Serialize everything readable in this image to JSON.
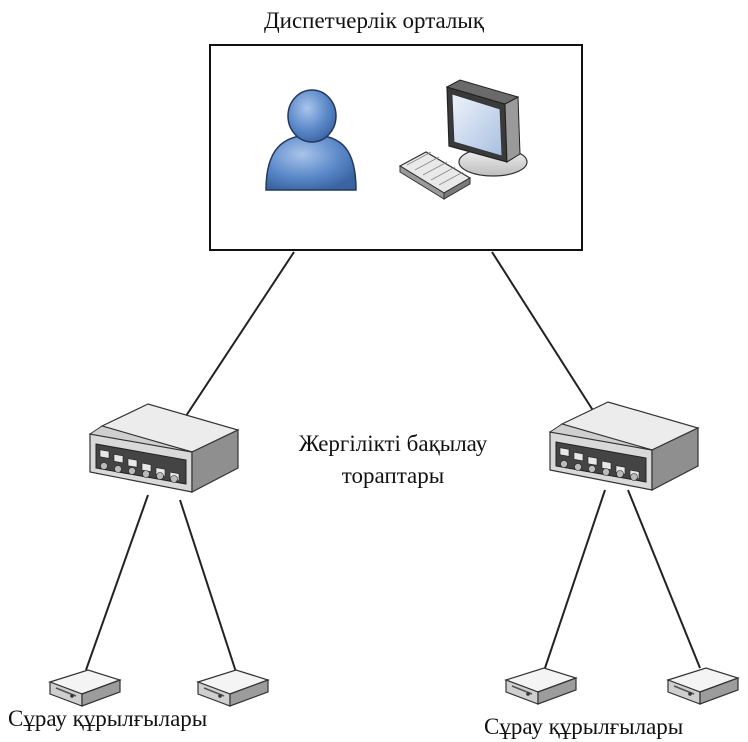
{
  "diagram": {
    "center_title": "Диспетчерлік орталық",
    "local_nodes_label": [
      "Жергілікті бақылау",
      "тораптары"
    ],
    "request_devices_left": "Сұрау құрылғылары",
    "request_devices_right": "Сұрау құрылғылары"
  },
  "icons": [
    "user-icon",
    "computer-icon",
    "keyboard-icon",
    "network-switch-icon",
    "request-device-icon"
  ],
  "colors": {
    "person": "#4f7fc0",
    "switch_top": "#e6e6e6",
    "switch_side": "#9a9a9a",
    "line": "#222222"
  }
}
